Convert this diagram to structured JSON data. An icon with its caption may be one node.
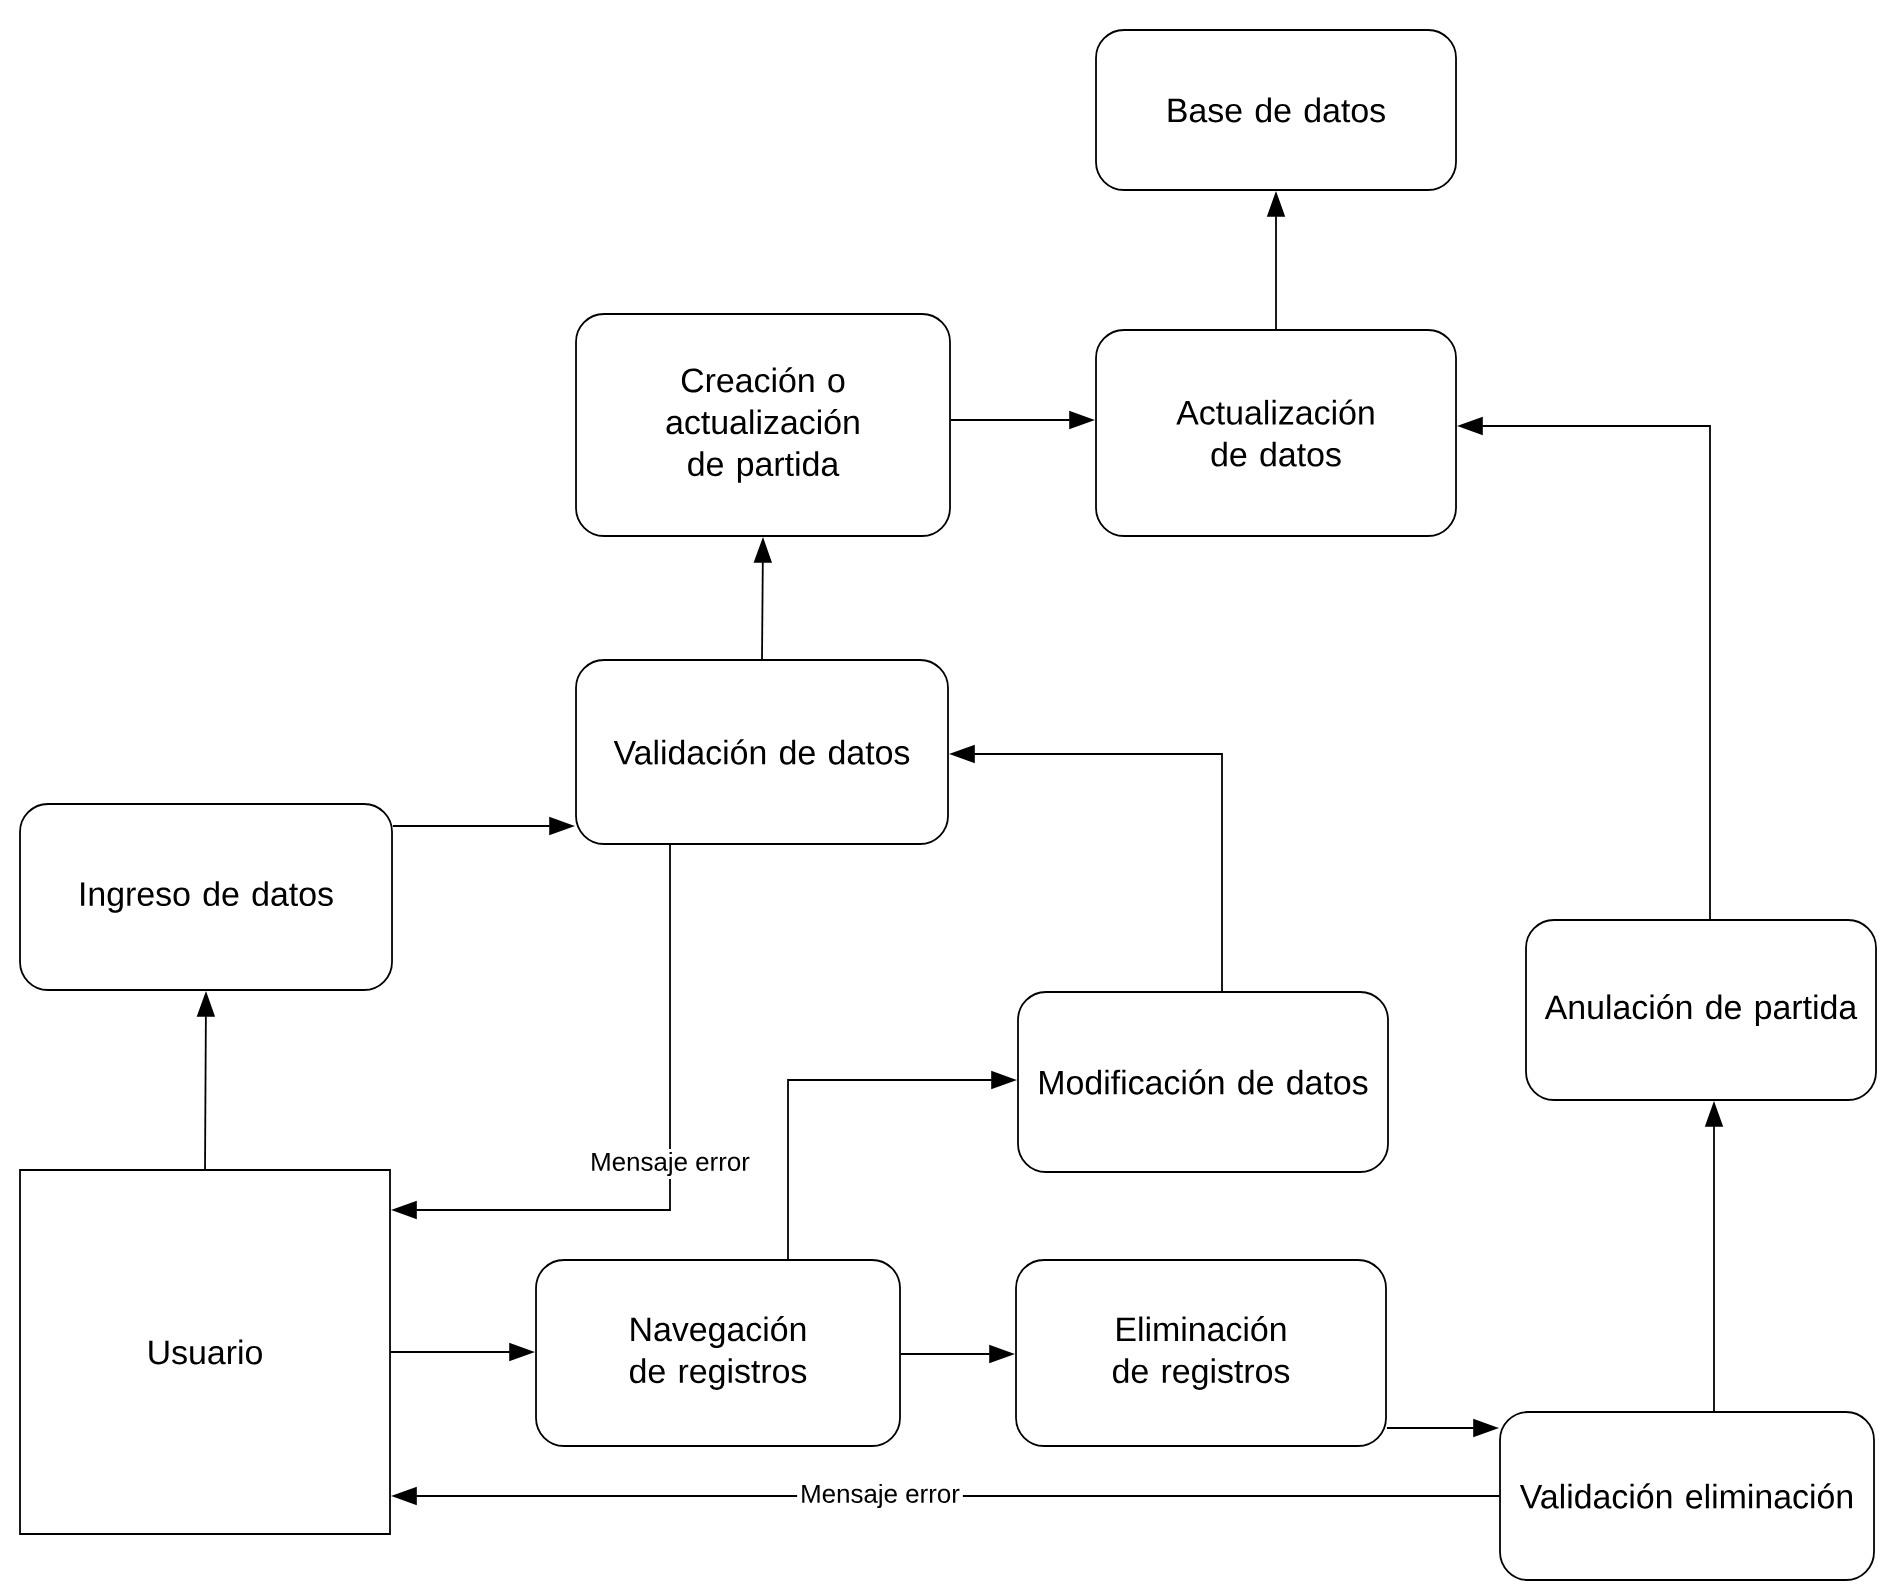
{
  "diagram": {
    "nodes": [
      {
        "text": [
          "Base de datos"
        ]
      },
      {
        "text": [
          "Creación o actualización de partida"
        ]
      },
      {
        "text": [
          "Actualización de datos"
        ]
      },
      {
        "text": [
          "Validación de datos"
        ]
      },
      {
        "text": [
          "Ingreso de datos"
        ]
      },
      {
        "text": [
          "Modificación de datos"
        ]
      },
      {
        "text": [
          "Anulación de partida"
        ]
      },
      {
        "text": [
          "Usuario"
        ]
      },
      {
        "text": [
          "Navegación de registros"
        ]
      },
      {
        "text": [
          "Eliminación de registros"
        ]
      },
      {
        "text": [
          "Validación eliminación"
        ]
      }
    ],
    "edges": [
      {
        "from": 7,
        "to": 4,
        "arrow": "to"
      },
      {
        "from": 4,
        "to": 3,
        "arrow": "to"
      },
      {
        "from": 3,
        "to": 1,
        "arrow": "to"
      },
      {
        "from": 1,
        "to": 2,
        "arrow": "to"
      },
      {
        "from": 2,
        "to": 0,
        "arrow": "to"
      },
      {
        "from": 3,
        "to": 7,
        "arrow": "to",
        "label": "Mensaje error"
      },
      {
        "from": 5,
        "to": 3,
        "arrow": "to"
      },
      {
        "from": 7,
        "to": 8,
        "arrow": "to"
      },
      {
        "from": 8,
        "to": 5,
        "arrow": "to"
      },
      {
        "from": 8,
        "to": 9,
        "arrow": "to"
      },
      {
        "from": 9,
        "to": 10,
        "arrow": "to"
      },
      {
        "from": 10,
        "to": 7,
        "arrow": "to",
        "label": "Mensaje error"
      },
      {
        "from": 10,
        "to": 6,
        "arrow": "to"
      },
      {
        "from": 6,
        "to": 2,
        "arrow": "to"
      }
    ]
  }
}
